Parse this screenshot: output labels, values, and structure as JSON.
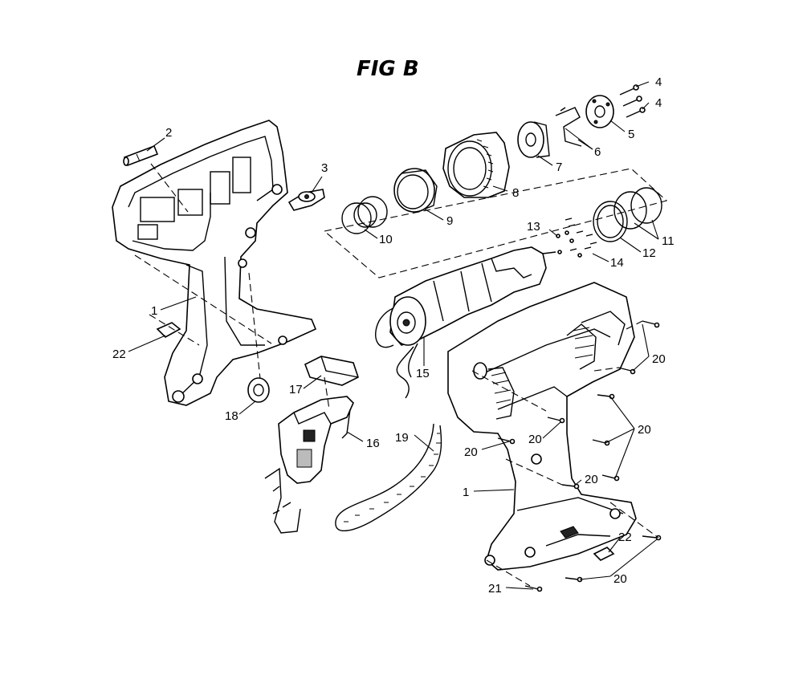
{
  "figure": {
    "title": "FIG B"
  },
  "labels": {
    "l1a": "1",
    "l1b": "1",
    "l2": "2",
    "l3": "3",
    "l4a": "4",
    "l4b": "4",
    "l5": "5",
    "l6": "6",
    "l7": "7",
    "l8": "8",
    "l9": "9",
    "l10": "10",
    "l11": "11",
    "l12": "12",
    "l13": "13",
    "l14": "14",
    "l15": "15",
    "l16": "16",
    "l17": "17",
    "l18": "18",
    "l19": "19",
    "l20a": "20",
    "l20b": "20",
    "l20c": "20",
    "l20d": "20",
    "l20e": "20",
    "l20f": "20",
    "l21": "21",
    "l22a": "22",
    "l22b": "22"
  }
}
